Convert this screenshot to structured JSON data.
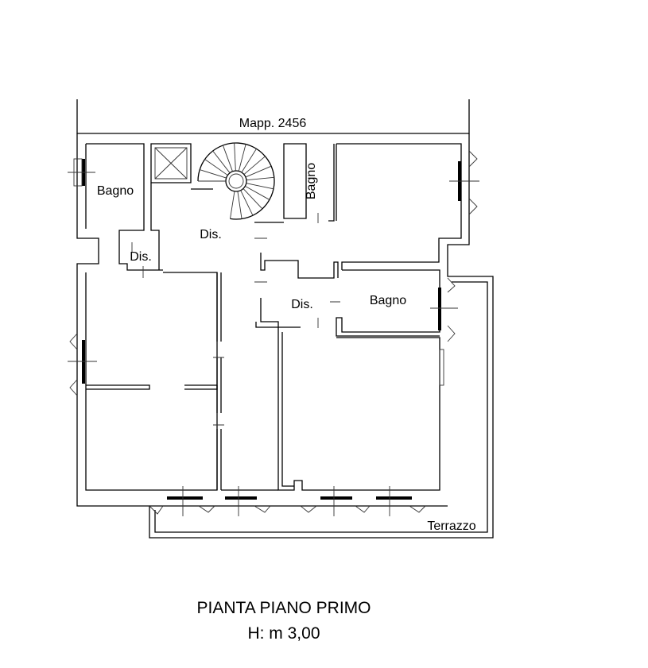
{
  "plan": {
    "parcel_label": "Mapp. 2456",
    "rooms": {
      "bagno_left": "Bagno",
      "bagno_center": "Bagno",
      "bagno_right": "Bagno",
      "dis_main": "Dis.",
      "dis_small": "Dis.",
      "dis_right": "Dis.",
      "terrace": "Terrazzo"
    }
  },
  "caption": {
    "title": "PIANTA PIANO PRIMO",
    "height": "H: m 3,00"
  }
}
